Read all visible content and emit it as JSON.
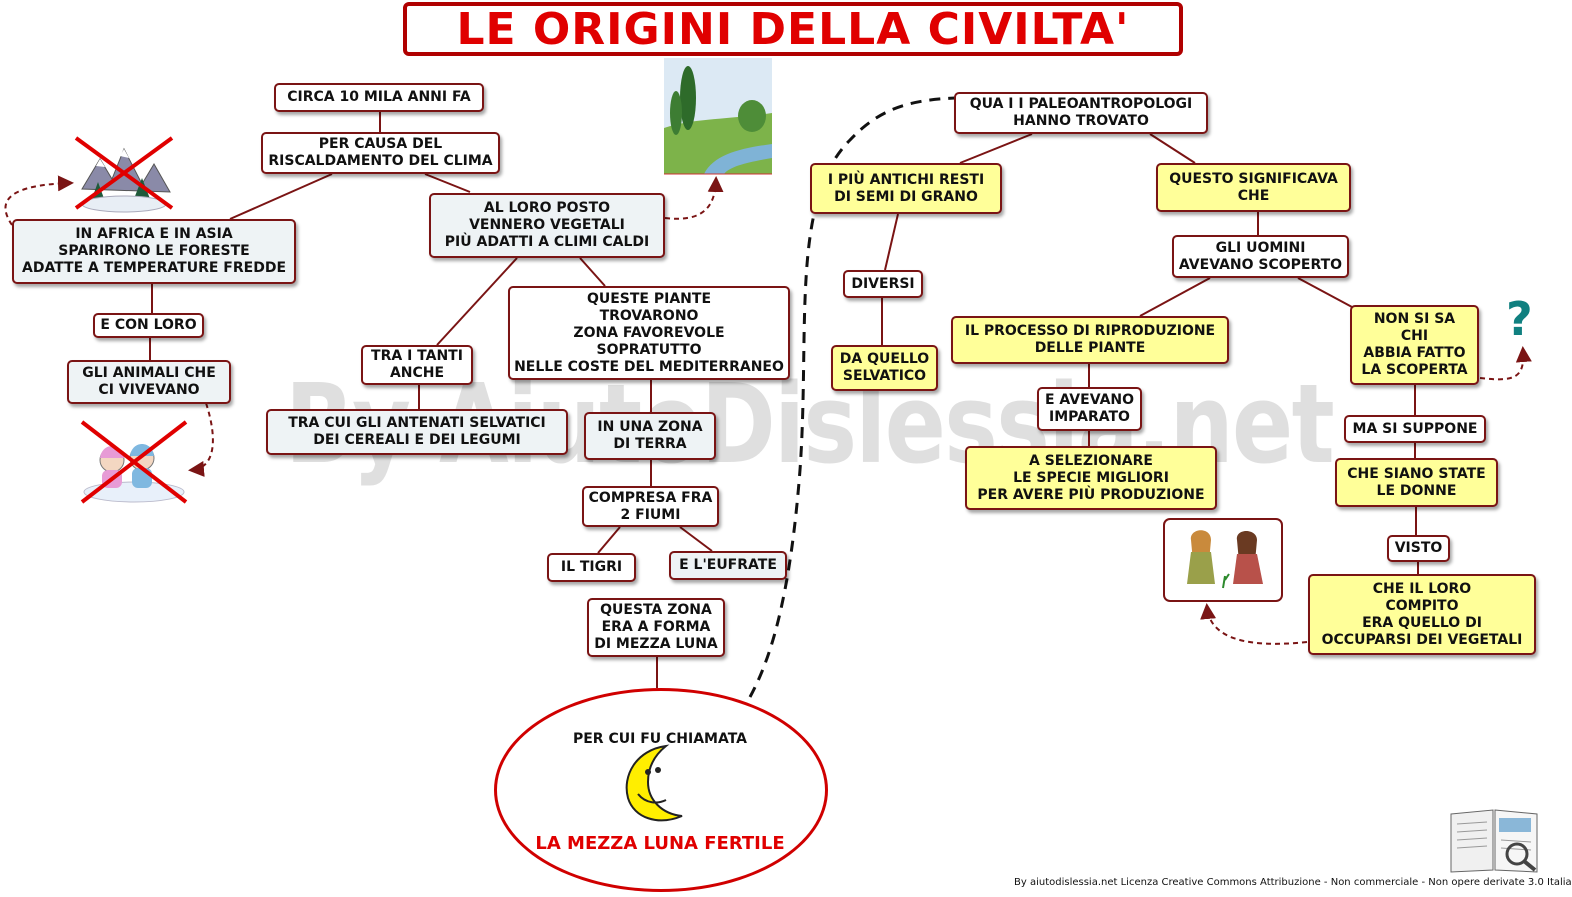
{
  "title": "LE ORIGINI DELLA CIVILTA'",
  "watermark": "By AiutoDislessia.net",
  "nodes": {
    "circa": "CIRCA 10 MILA ANNI FA",
    "causa": "PER CAUSA DEL\nRISCALDAMENTO DEL CLIMA",
    "africa": "IN  AFRICA  E IN ASIA\nSPARIRONO LE  FORESTE\nADATTE A TEMPERATURE FREDDE",
    "conloro": "E CON LORO",
    "animali": "GLI ANIMALI CHE\nCI VIVEVANO",
    "alloro": "AL LORO POSTO\nVENNERO VEGETALI\nPIÙ ADATTI A CLIMI CALDI",
    "tratanti": "TRA I TANTI\nANCHE",
    "antenati": "TRA CUI GLI ANTENATI SELVATICI\nDEI CEREALI E DEI LEGUMI",
    "piante": "QUESTE PIANTE\nTROVARONO\nZONA FAVOREVOLE\nSOPRATUTTO\nNELLE COSTE DEL MEDITERRANEO",
    "zona": "IN UNA ZONA\nDI TERRA",
    "compresa": "COMPRESA FRA\n2 FIUMI",
    "tigri": "IL TIGRI",
    "eufrate": "E L'EUFRATE",
    "mezzaluna": "QUESTA ZONA\nERA A FORMA\nDI MEZZA LUNA",
    "paleo": "QUA I  I PALEOANTROPOLOGI\nHANNO TROVATO",
    "resti": "I PIÙ ANTICHI RESTI\nDI SEMI DI GRANO",
    "diversi": "DIVERSI",
    "selvatico": "DA QUELLO\nSELVATICO",
    "significava": "QUESTO SIGNIFICAVA\nCHE",
    "uomini": "GLI UOMINI\nAVEVANO SCOPERTO",
    "processo": "IL PROCESSO DI RIPRODUZIONE\nDELLE PIANTE",
    "imparato": "E AVEVANO\nIMPARATO",
    "selezionare": "A SELEZIONARE\nLE SPECIE MIGLIORI\nPER AVERE PIÙ PRODUZIONE",
    "nonsisa": "NON SI SA\nCHI\nABBIA FATTO\nLA SCOPERTA",
    "suppone": "MA SI SUPPONE",
    "donne": "CHE SIANO STATE\nLE DONNE",
    "visto": "VISTO",
    "compito": "CHE IL LORO\nCOMPITO\nERA QUELLO DI\nOCCUPARSI DEI VEGETALI"
  },
  "ellipse": {
    "top": "PER CUI FU CHIAMATA",
    "bottom": "LA MEZZA LUNA FERTILE"
  },
  "question_mark": "?",
  "footer": "By aiutodislessia.net Licenza Creative Commons Attribuzione - Non commerciale - Non opere derivate 3.0 Italia",
  "colors": {
    "title_red": "#e00000",
    "border": "#7a1414",
    "yellow_fill": "#ffff99",
    "grey_fill": "#eef3f5"
  }
}
